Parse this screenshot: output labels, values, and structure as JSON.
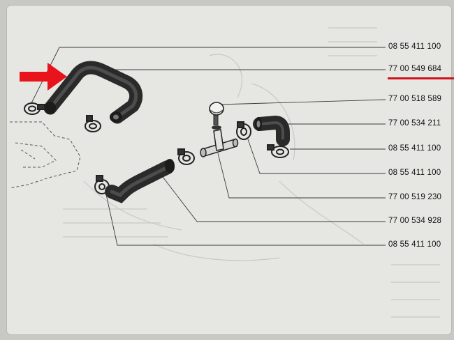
{
  "part_numbers": [
    "08 55 411 100",
    "77 00 549 684",
    "77 00 518 589",
    "77 00 534 211",
    "08 55 411 100",
    "08 55 411 100",
    "77 00 519 230",
    "77 00 534 928",
    "08 55 411 100"
  ],
  "highlight": {
    "part": "77 00 549 684",
    "arrow_color": "#e8131b",
    "underline_color": "#d0121a"
  },
  "colors": {
    "hose": "#2a2a2a",
    "leader": "#3a3a3a"
  }
}
